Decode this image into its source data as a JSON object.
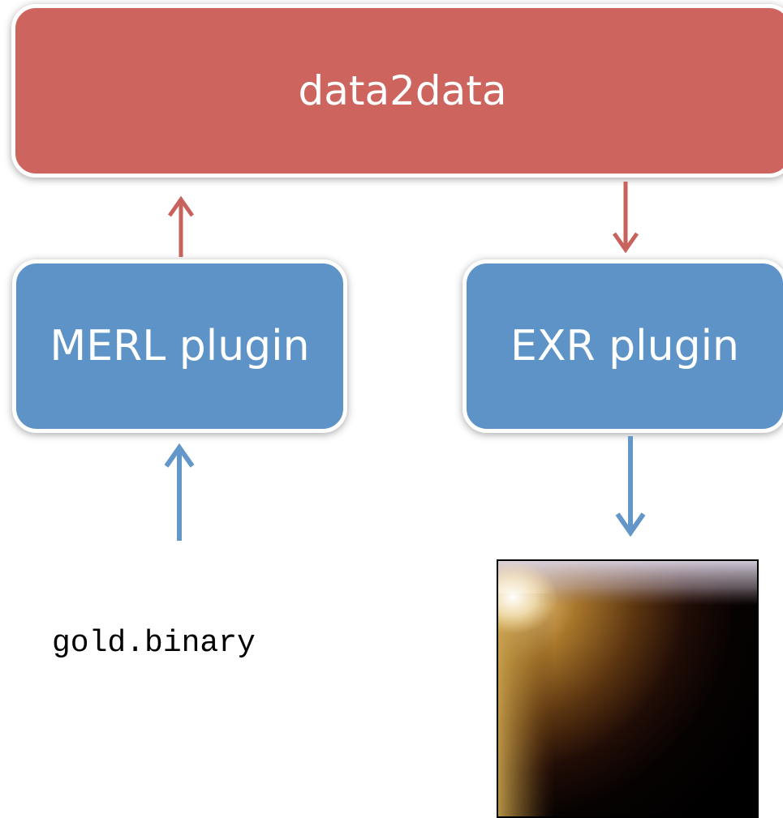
{
  "diagram": {
    "core": {
      "label": "data2data"
    },
    "input_plugin": {
      "label": "MERL plugin"
    },
    "output_plugin": {
      "label": "EXR plugin"
    },
    "input_file": {
      "label": "gold.binary"
    }
  },
  "colors": {
    "core_fill": "#cd645e",
    "plugin_fill": "#5e93c7",
    "core_arrow": "#c8625c",
    "plugin_arrow": "#6397c9"
  },
  "icons": {
    "output_image": "rendered-brdf-image"
  }
}
